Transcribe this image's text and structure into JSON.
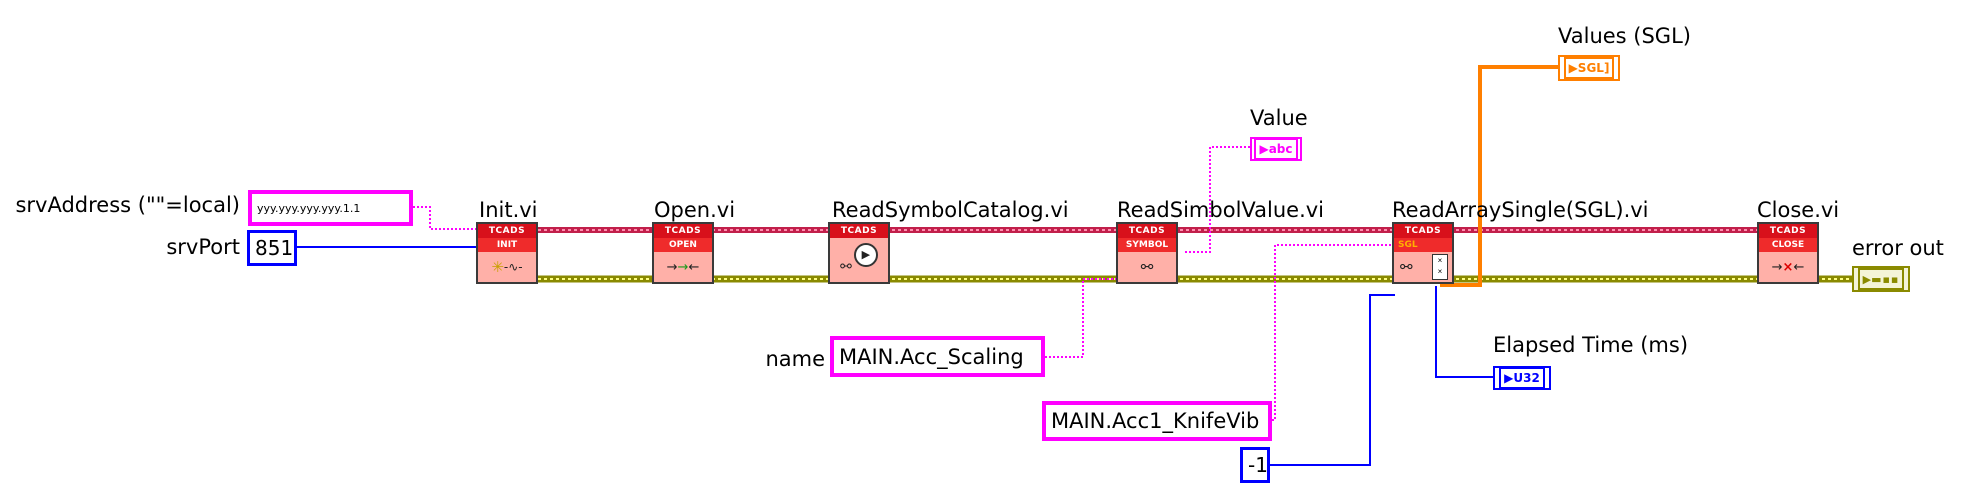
{
  "controls": {
    "srv_address": {
      "label": "srvAddress (\"\"=local)",
      "value": "yyy.yyy.yyy.yyy.1.1"
    },
    "srv_port": {
      "label": "srvPort",
      "value": "851"
    },
    "symbol_name": {
      "label": "name",
      "value": "MAIN.Acc_Scaling"
    },
    "array_name": {
      "value": "MAIN.Acc1_KnifeVib"
    },
    "timeout": {
      "value": "-1"
    }
  },
  "subvis": [
    {
      "label": "Init.vi",
      "header": "TCADS",
      "sub": "INIT"
    },
    {
      "label": "Open.vi",
      "header": "TCADS",
      "sub": "OPEN"
    },
    {
      "label": "ReadSymbolCatalog.vi",
      "header": "TCADS",
      "sub": ""
    },
    {
      "label": "ReadSimbolValue.vi",
      "header": "TCADS",
      "sub": "SYMBOL"
    },
    {
      "label": "ReadArraySingle(SGL).vi",
      "header": "TCADS",
      "sub": "SGL"
    },
    {
      "label": "Close.vi",
      "header": "TCADS",
      "sub": "CLOSE"
    }
  ],
  "indicators": {
    "value": {
      "label": "Value",
      "type": "abc"
    },
    "values_sgl": {
      "label": "Values (SGL)",
      "type": "SGL"
    },
    "elapsed_time": {
      "label": "Elapsed Time (ms)",
      "type": "U32"
    },
    "error_out": {
      "label": "error out"
    }
  },
  "colors": {
    "string_wire": "#ff00ff",
    "numeric_wire": "#0000ff",
    "sgl_wire": "#ff7f00",
    "ads_handle_wire": "#c21f4b",
    "error_wire": "#a8a800"
  }
}
